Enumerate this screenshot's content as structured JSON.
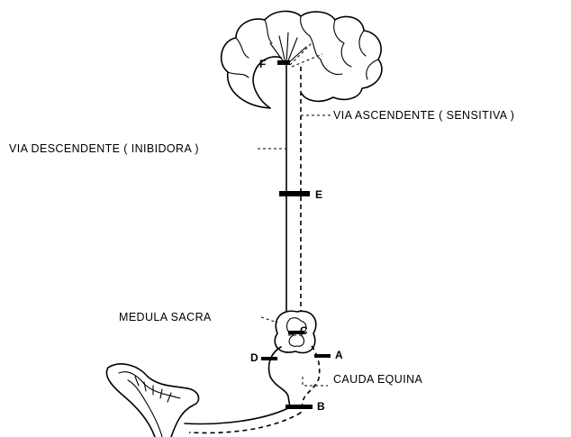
{
  "labels": {
    "via_ascendente": "VIA ASCENDENTE ( SENSITIVA )",
    "via_descendente": "VIA DESCENDENTE ( INIBIDORA )",
    "medula_sacra": "MEDULA SACRA",
    "cauda_equina": "CAUDA EQUINA"
  },
  "points": {
    "F": "F",
    "E": "E",
    "C": "C",
    "D": "D",
    "A": "A",
    "B": "B"
  }
}
